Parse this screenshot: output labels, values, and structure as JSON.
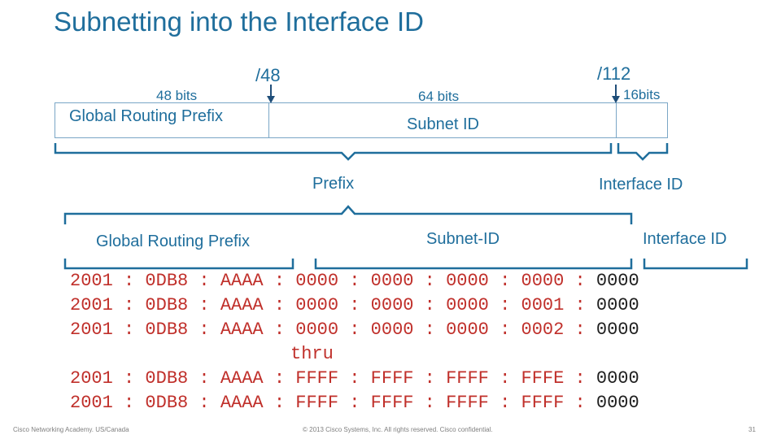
{
  "title": "Subnetting into the Interface ID",
  "markers": {
    "m48": "/48",
    "m112": "/112"
  },
  "sizes": {
    "global_bits": "48 bits",
    "subnet_bits": "64 bits",
    "iface_bits": "16bits"
  },
  "boxes": {
    "global": "Global Routing Prefix",
    "subnet": "Subnet ID"
  },
  "mid_labels": {
    "prefix": "Prefix",
    "interface": "Interface ID"
  },
  "lower_labels": {
    "global": "Global Routing Prefix",
    "subnet": "Subnet-ID",
    "interface": "Interface ID"
  },
  "rows": [
    {
      "red": "2001 : 0DB8 : AAAA : 0000 : 0000 : 0000 : 0000 :",
      "dark": " 0000"
    },
    {
      "red": "2001 : 0DB8 : AAAA : 0000 : 0000 : 0000 : 0001 :",
      "dark": " 0000"
    },
    {
      "red": "2001 : 0DB8 : AAAA : 0000 : 0000 : 0000 : 0002 :",
      "dark": " 0000"
    },
    {
      "red": "2001 : 0DB8 : AAAA : FFFF : FFFF : FFFF : FFFE :",
      "dark": " 0000"
    },
    {
      "red": "2001 : 0DB8 : AAAA : FFFF : FFFF : FFFF : FFFF :",
      "dark": " 0000"
    }
  ],
  "thru": "thru",
  "footer": {
    "left": "Cisco Networking Academy. US/Canada",
    "center": "© 2013 Cisco Systems, Inc. All rights reserved. Cisco confidential.",
    "page": "31"
  }
}
